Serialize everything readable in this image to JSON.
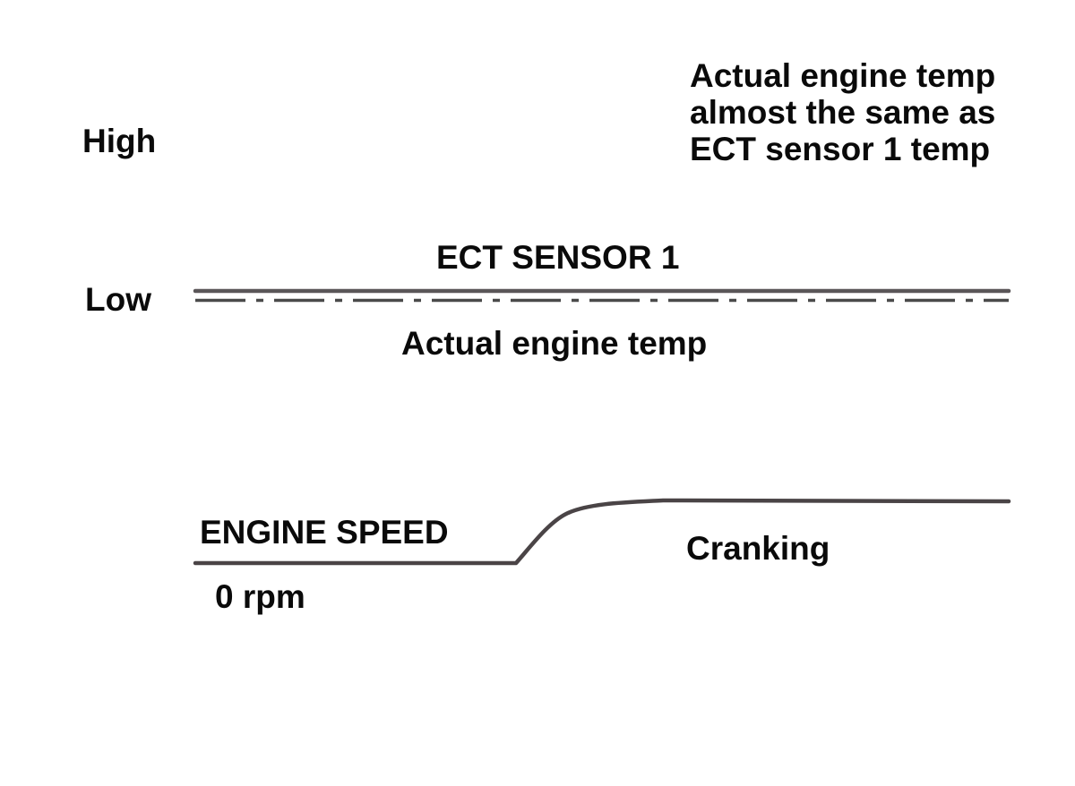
{
  "labels": {
    "high": "High",
    "low": "Low",
    "ect_sensor": "ECT SENSOR 1",
    "actual_temp": "Actual engine temp",
    "engine_speed": "ENGINE SPEED",
    "zero_rpm": "0 rpm",
    "cranking": "Cranking"
  },
  "note": {
    "line1": "Actual engine temp",
    "line2": "almost the same as",
    "line3": "ECT sensor 1 temp"
  },
  "colors": {
    "ect_line": "#5a5658",
    "actual_line": "#4a4a4a",
    "speed_line": "#4a4446",
    "text": "#0a0a0a"
  }
}
